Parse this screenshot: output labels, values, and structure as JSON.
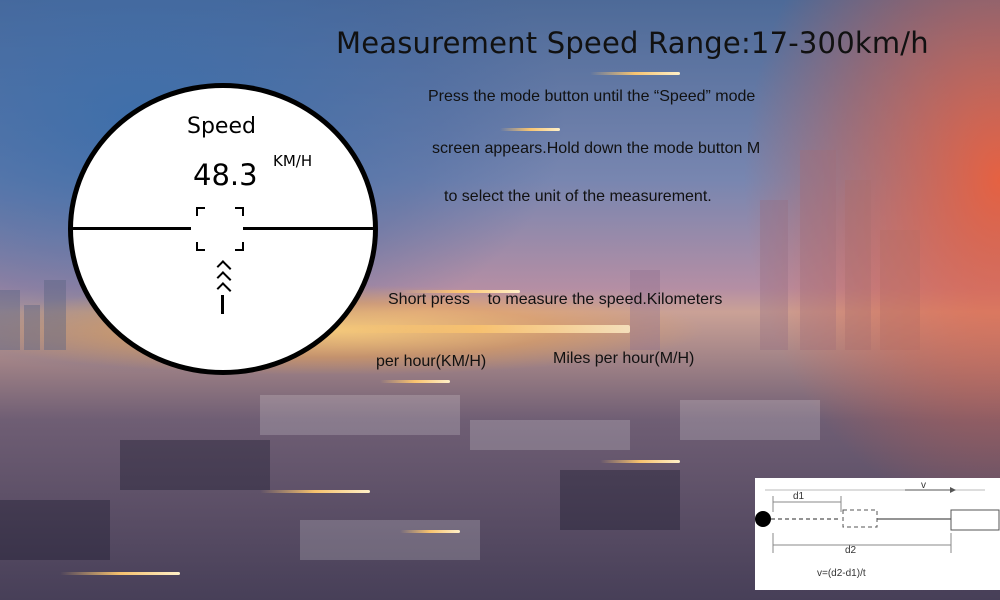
{
  "title": "Measurement Speed Range:17-300km/h",
  "instructions": {
    "line1": "Press the mode button until the “Speed” mode",
    "line2": "screen appears.Hold down the mode button M",
    "line3": "to select the unit of the measurement.",
    "line4": "Short press    to measure the speed.Kilometers",
    "line5a": "per hour(KM/H)",
    "line5b": "Miles per hour(M/H)"
  },
  "scope": {
    "label": "Speed",
    "value": "48.3",
    "unit": "KM/H"
  },
  "diagram": {
    "d1_label": "d1",
    "d2_label": "d2",
    "v_label": "v",
    "formula": "v=(d2-d1)/t"
  }
}
